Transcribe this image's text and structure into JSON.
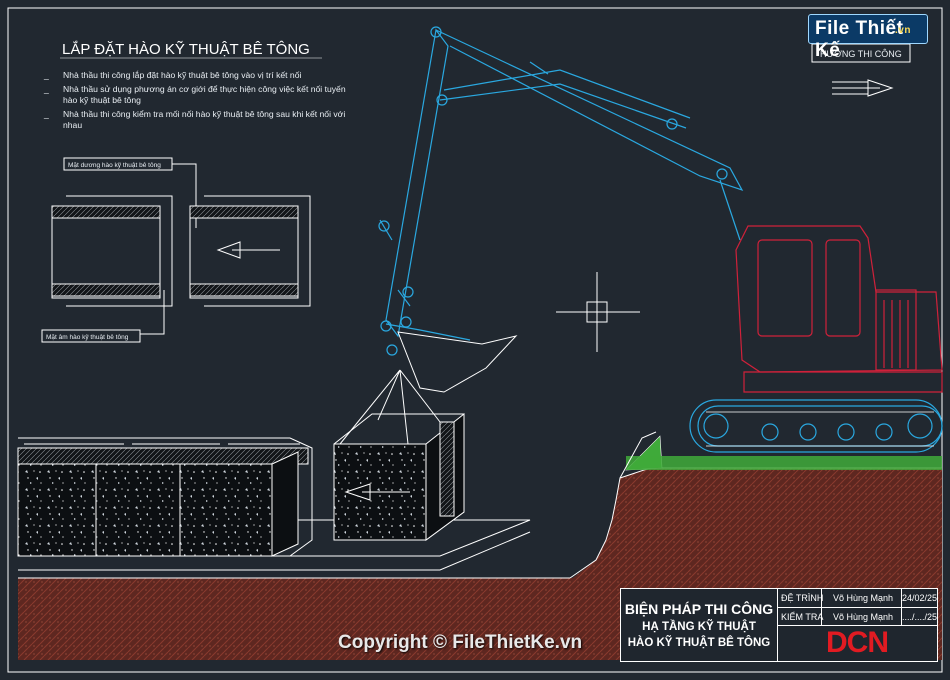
{
  "title": "LẮP ĐẶT HÀO KỸ THUẬT BÊ TÔNG",
  "notes": [
    "Nhà thầu thi công lắp đặt hào kỹ thuật bê tông vào vị trí kết nối",
    "Nhà thầu sử dụng phương án cơ giới để thực hiện công việc kết nối tuyến",
    "hào kỹ thuật bê tông",
    "Nhà thầu thi công kiểm tra mối nối hào kỹ thuật bê tông sau khi kết nối với",
    "nhau"
  ],
  "bullet": "_",
  "label_positive_face": "Mặt dương hào kỹ thuật bê tông",
  "label_negative_face": "Mặt âm hào kỹ thuật bê tông",
  "direction_label": "HƯỚNG THI CÔNG",
  "brand": {
    "name": "File Thiết Kế",
    "suffix": ".vn"
  },
  "copyright": "Copyright © FileThietKe.vn",
  "title_block": {
    "line1": "BIỆN PHÁP THI CÔNG",
    "line2": "HẠ TẦNG KỸ THUẬT",
    "line3": "HÀO KỸ THUẬT BÊ TÔNG",
    "row1_label": "ĐỆ TRÌNH",
    "row1_name": "Võ Hùng Mạnh",
    "row1_date": "24/02/25",
    "row2_label": "KIỂM TRA",
    "row2_name": "Võ Hùng Mạnh",
    "row2_date": "..../..../25",
    "logo": "DCN"
  },
  "colors": {
    "background": "#212830",
    "excavator_arm": "#2aa8e0",
    "excavator_cab": "#d0213a",
    "soil": "#6b2a22",
    "grass": "#3faa3a"
  }
}
